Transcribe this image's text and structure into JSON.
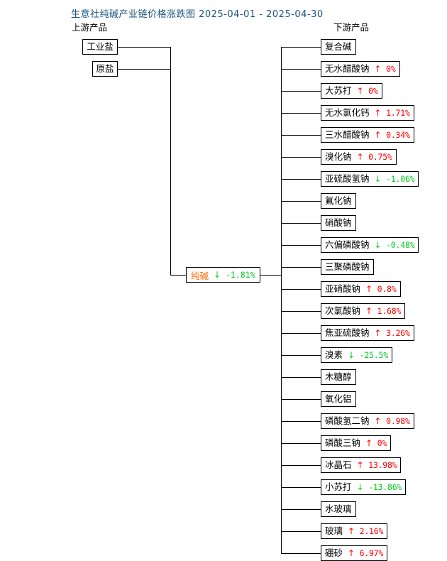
{
  "chart_data": {
    "type": "diagram",
    "title": "生意社纯碱产业链价格涨跌图  2025-04-01 - 2025-04-30",
    "date_range": {
      "start": "2025-04-01",
      "end": "2025-04-30"
    },
    "columns": {
      "upstream": "上游产品",
      "downstream": "下游产品"
    },
    "colors": {
      "title": "#1b5480",
      "up": "#ff0000",
      "down": "#00cc22",
      "center_name": "#ff6600",
      "box_border": "#000000",
      "background": "#ffffff"
    },
    "center": {
      "name": "纯碱",
      "arrow": "↓",
      "change": "-1.81%",
      "direction": "down"
    },
    "upstream": [
      {
        "name": "工业盐",
        "arrow": "",
        "change": "",
        "direction": "none"
      },
      {
        "name": "原盐",
        "arrow": "",
        "change": "",
        "direction": "none"
      }
    ],
    "downstream": [
      {
        "name": "复合碱",
        "arrow": "",
        "change": "",
        "direction": "none"
      },
      {
        "name": "无水醋酸钠",
        "arrow": "↑",
        "change": "0%",
        "direction": "up"
      },
      {
        "name": "大苏打",
        "arrow": "↑",
        "change": "0%",
        "direction": "up"
      },
      {
        "name": "无水氯化钙",
        "arrow": "↑",
        "change": "1.71%",
        "direction": "up"
      },
      {
        "name": "三水醋酸钠",
        "arrow": "↑",
        "change": "0.34%",
        "direction": "up"
      },
      {
        "name": "溴化钠",
        "arrow": "↑",
        "change": "0.75%",
        "direction": "up"
      },
      {
        "name": "亚硫酸氢钠",
        "arrow": "↓",
        "change": "-1.06%",
        "direction": "down"
      },
      {
        "name": "氟化钠",
        "arrow": "",
        "change": "",
        "direction": "none"
      },
      {
        "name": "硝酸钠",
        "arrow": "",
        "change": "",
        "direction": "none"
      },
      {
        "name": "六偏磷酸钠",
        "arrow": "↓",
        "change": "-0.48%",
        "direction": "down"
      },
      {
        "name": "三聚磷酸钠",
        "arrow": "",
        "change": "",
        "direction": "none"
      },
      {
        "name": "亚硝酸钠",
        "arrow": "↑",
        "change": "0.8%",
        "direction": "up"
      },
      {
        "name": "次氯酸钠",
        "arrow": "↑",
        "change": "1.68%",
        "direction": "up"
      },
      {
        "name": "焦亚硫酸钠",
        "arrow": "↑",
        "change": "3.26%",
        "direction": "up"
      },
      {
        "name": "溴素",
        "arrow": "↓",
        "change": "-25.5%",
        "direction": "down"
      },
      {
        "name": "木糖醇",
        "arrow": "",
        "change": "",
        "direction": "none"
      },
      {
        "name": "氧化铝",
        "arrow": "",
        "change": "",
        "direction": "none"
      },
      {
        "name": "磷酸氢二钠",
        "arrow": "↑",
        "change": "0.98%",
        "direction": "up"
      },
      {
        "name": "磷酸三钠",
        "arrow": "↑",
        "change": "0%",
        "direction": "up"
      },
      {
        "name": "冰晶石",
        "arrow": "↑",
        "change": "13.98%",
        "direction": "up"
      },
      {
        "name": "小苏打",
        "arrow": "↓",
        "change": "-13.86%",
        "direction": "down"
      },
      {
        "name": "水玻璃",
        "arrow": "",
        "change": "",
        "direction": "none"
      },
      {
        "name": "玻璃",
        "arrow": "↑",
        "change": "2.16%",
        "direction": "up"
      },
      {
        "name": "硼砂",
        "arrow": "↑",
        "change": "6.97%",
        "direction": "up"
      }
    ]
  }
}
